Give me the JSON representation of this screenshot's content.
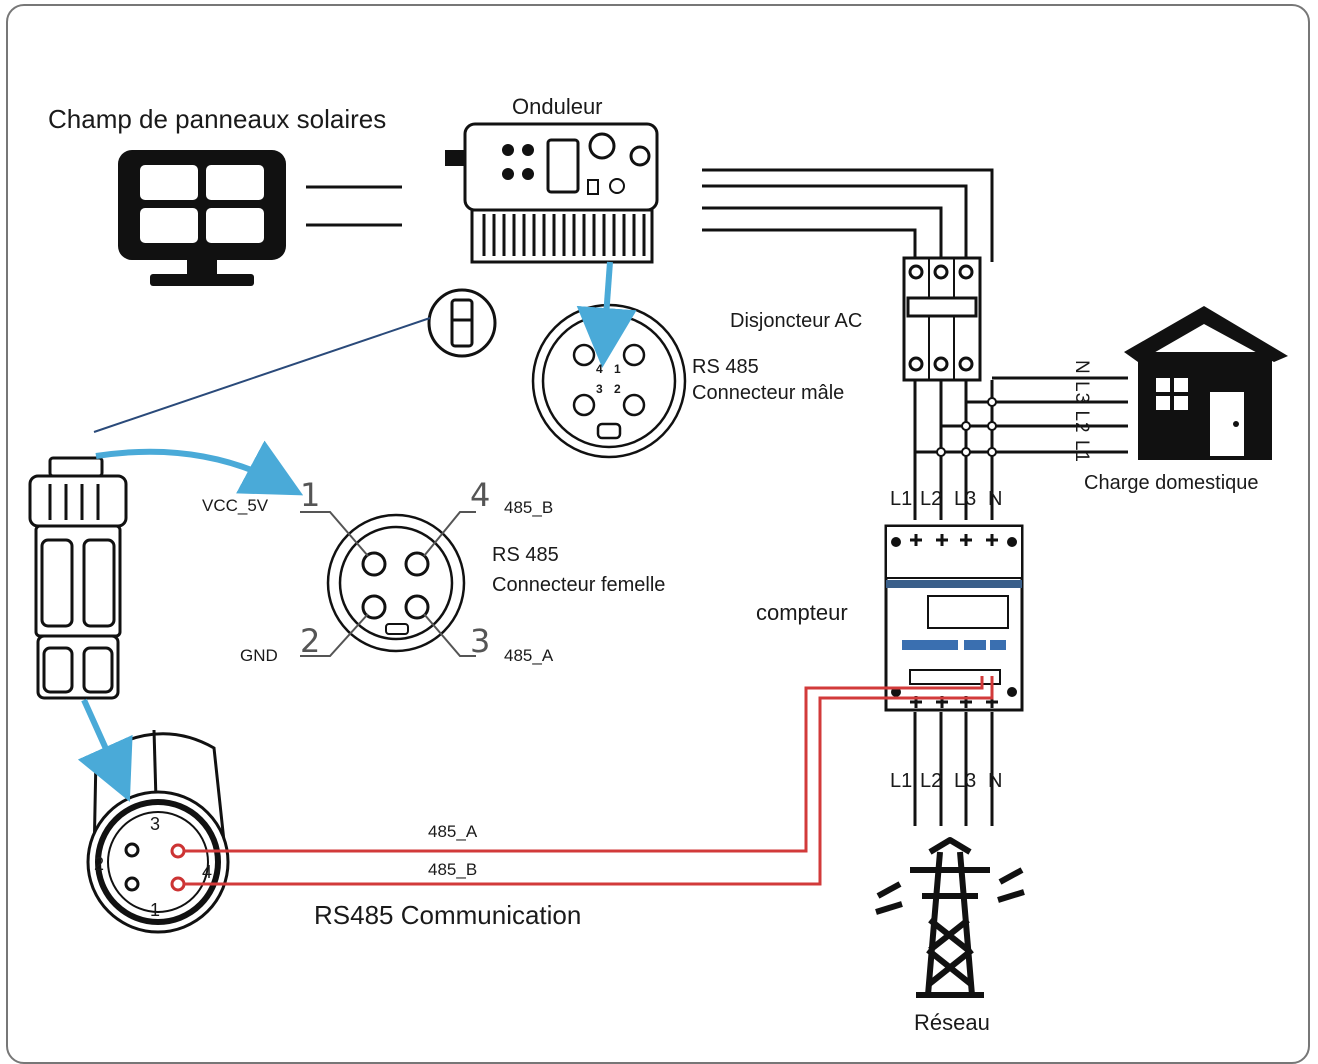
{
  "labels": {
    "solar_array": "Champ de panneaux solaires",
    "inverter": "Onduleur",
    "ac_breaker": "Disjoncteur AC",
    "male_connector_line1": "RS 485",
    "male_connector_line2": "Connecteur mâle",
    "female_connector_line1": "RS 485",
    "female_connector_line2": "Connecteur femelle",
    "home_load": "Charge domestique",
    "meter": "compteur",
    "grid": "Réseau",
    "rs485_communication": "RS485 Communication"
  },
  "female_pins": {
    "pin1_label": "VCC_5V",
    "pin2_label": "GND",
    "pin3_label": "485_A",
    "pin4_label": "485_B",
    "pin1_num": "1",
    "pin2_num": "2",
    "pin3_num": "3",
    "pin4_num": "4"
  },
  "male_pins": {
    "p4": "4",
    "p1": "1",
    "p3": "3",
    "p2": "2"
  },
  "plug_pins": {
    "p3": "3",
    "p2": "2",
    "p1": "1",
    "p4": "4"
  },
  "wires": {
    "a": "485_A",
    "b": "485_B"
  },
  "phases_top": [
    "L1",
    "L2",
    "L3",
    "N"
  ],
  "phases_bottom": [
    "L1",
    "L2",
    "L3",
    "N"
  ],
  "house_phases": "N L3 L2 L1",
  "colors": {
    "line": "#1a1a1a",
    "arrow": "#4aaad8",
    "signal": "#d23a3a"
  }
}
